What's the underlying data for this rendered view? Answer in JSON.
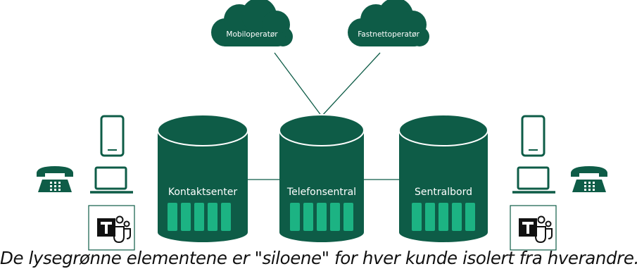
{
  "clouds": {
    "mobile": "Mobiloperatør",
    "landline": "Fastnettoperatør"
  },
  "databases": {
    "left": "Kontaktsenter",
    "center": "Telefonsentral",
    "right": "Sentralbord"
  },
  "caption": "De lysegrønne elementene er \"siloene\" for hver kunde isolert fra hverandre.",
  "colors": {
    "dark_green": "#0E5C47",
    "light_green": "#1CB383"
  }
}
